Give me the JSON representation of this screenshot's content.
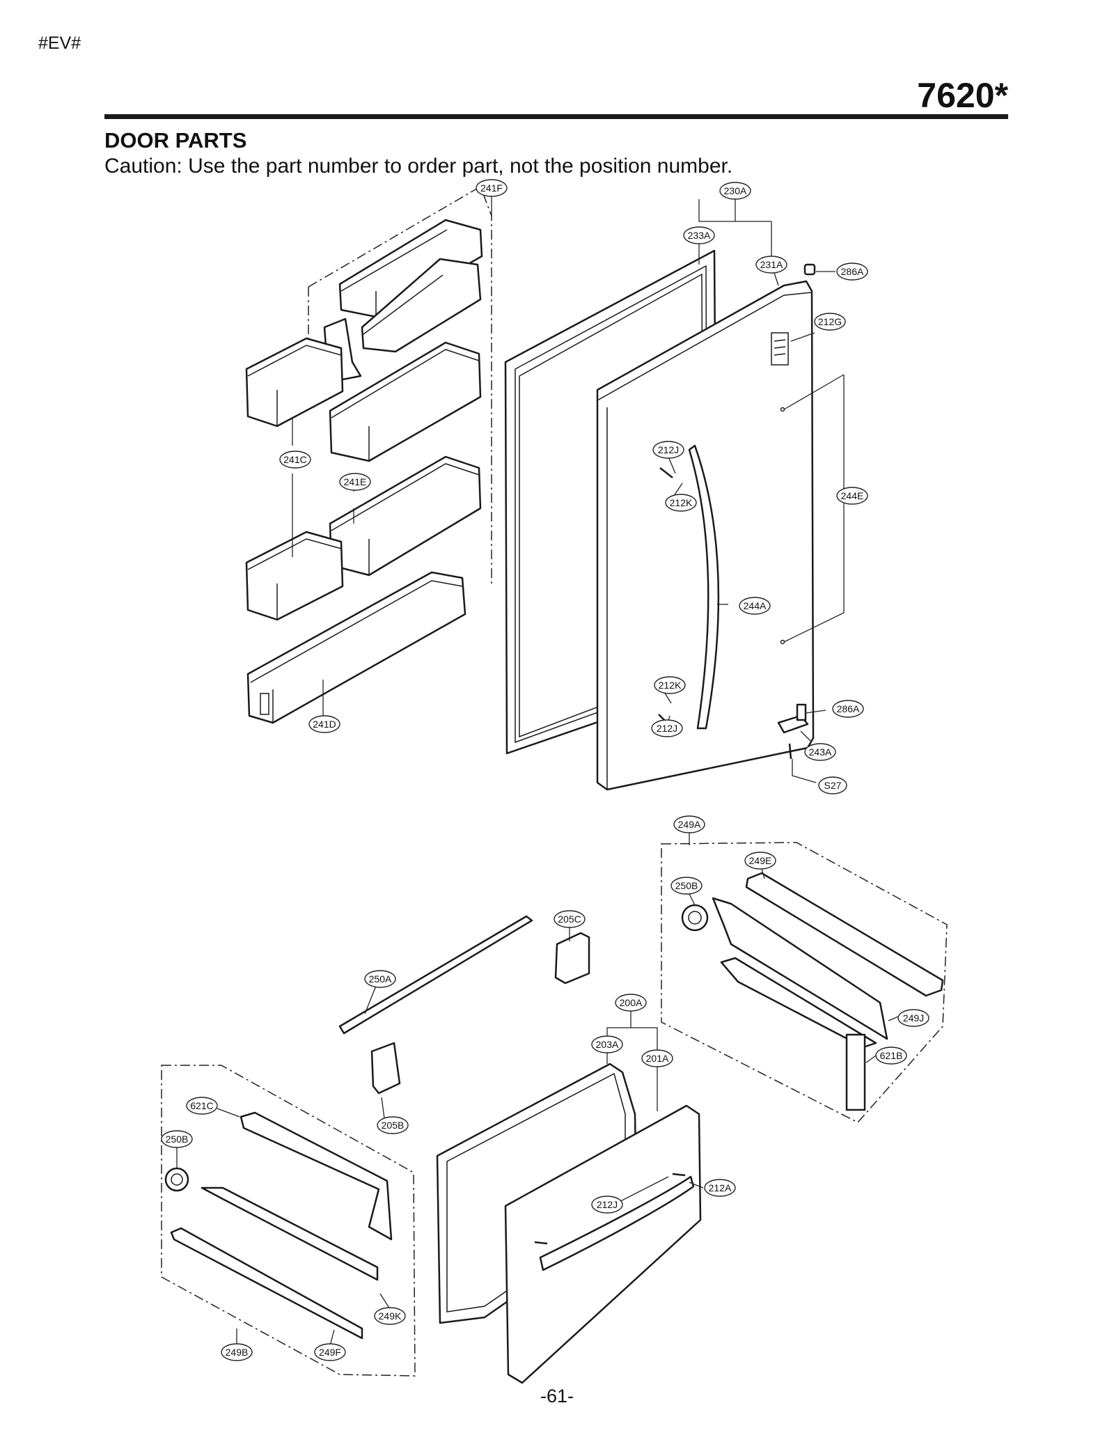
{
  "header": {
    "code": "#EV#",
    "model": "7620*",
    "title": "DOOR PARTS",
    "caution": "Caution: Use the part number to order part, not the position number."
  },
  "footer": {
    "page_number": "-61-"
  },
  "labels": {
    "l241F": "241F",
    "l230A": "230A",
    "l233A": "233A",
    "l231A": "231A",
    "l286A_top": "286A",
    "l212G": "212G",
    "l241C": "241C",
    "l241E": "241E",
    "l212J_top": "212J",
    "l212K_top": "212K",
    "l244E": "244E",
    "l244A": "244A",
    "l212K_bot": "212K",
    "l212J_bot": "212J",
    "l286A_bot": "286A",
    "l243A": "243A",
    "l241D": "241D",
    "lS27": "S27",
    "l249A": "249A",
    "l249E": "249E",
    "l250B_right": "250B",
    "l205C": "205C",
    "l250A": "250A",
    "l200A": "200A",
    "l249J": "249J",
    "l203A": "203A",
    "l201A": "201A",
    "l621B": "621B",
    "l205B": "205B",
    "l621C": "621C",
    "l250B_left": "250B",
    "l212J_draw": "212J",
    "l212A": "212A",
    "l249K": "249K",
    "l249B": "249B",
    "l249F": "249F"
  }
}
